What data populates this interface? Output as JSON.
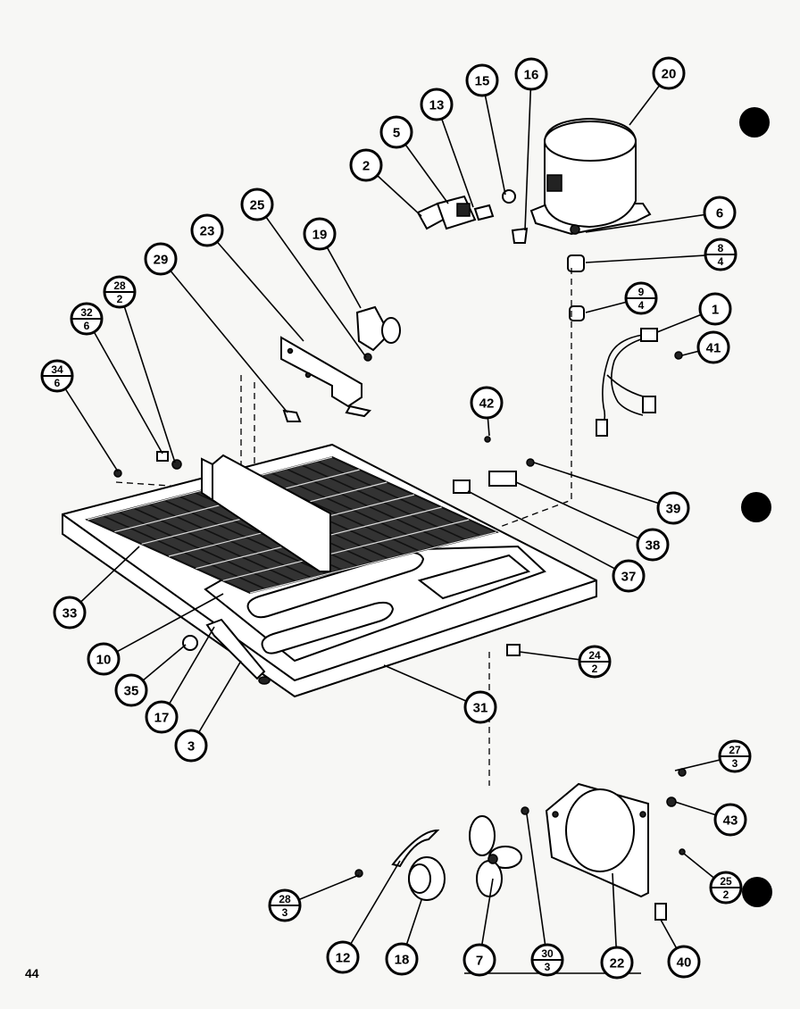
{
  "page_number": "44",
  "callouts": [
    {
      "id": "20",
      "label": "20"
    },
    {
      "id": "16",
      "label": "16"
    },
    {
      "id": "15",
      "label": "15"
    },
    {
      "id": "13",
      "label": "13"
    },
    {
      "id": "5",
      "label": "5"
    },
    {
      "id": "2",
      "label": "2"
    },
    {
      "id": "6",
      "label": "6"
    },
    {
      "id": "8",
      "label": "8",
      "sub": "4"
    },
    {
      "id": "9",
      "label": "9",
      "sub": "4"
    },
    {
      "id": "1",
      "label": "1"
    },
    {
      "id": "41",
      "label": "41"
    },
    {
      "id": "25a",
      "label": "25"
    },
    {
      "id": "23",
      "label": "23"
    },
    {
      "id": "19",
      "label": "19"
    },
    {
      "id": "29",
      "label": "29"
    },
    {
      "id": "28a",
      "label": "28",
      "sub": "2"
    },
    {
      "id": "32",
      "label": "32",
      "sub": "6"
    },
    {
      "id": "34",
      "label": "34",
      "sub": "6"
    },
    {
      "id": "42",
      "label": "42"
    },
    {
      "id": "39",
      "label": "39"
    },
    {
      "id": "38",
      "label": "38"
    },
    {
      "id": "37",
      "label": "37"
    },
    {
      "id": "33",
      "label": "33"
    },
    {
      "id": "10",
      "label": "10"
    },
    {
      "id": "35",
      "label": "35"
    },
    {
      "id": "17",
      "label": "17"
    },
    {
      "id": "3",
      "label": "3"
    },
    {
      "id": "31",
      "label": "31"
    },
    {
      "id": "24",
      "label": "24",
      "sub": "2"
    },
    {
      "id": "27",
      "label": "27",
      "sub": "3"
    },
    {
      "id": "43",
      "label": "43"
    },
    {
      "id": "25b",
      "label": "25",
      "sub": "2"
    },
    {
      "id": "28b",
      "label": "28",
      "sub": "3"
    },
    {
      "id": "12",
      "label": "12"
    },
    {
      "id": "18",
      "label": "18"
    },
    {
      "id": "7",
      "label": "7"
    },
    {
      "id": "30",
      "label": "30",
      "sub": "3"
    },
    {
      "id": "22",
      "label": "22"
    },
    {
      "id": "40",
      "label": "40"
    }
  ]
}
